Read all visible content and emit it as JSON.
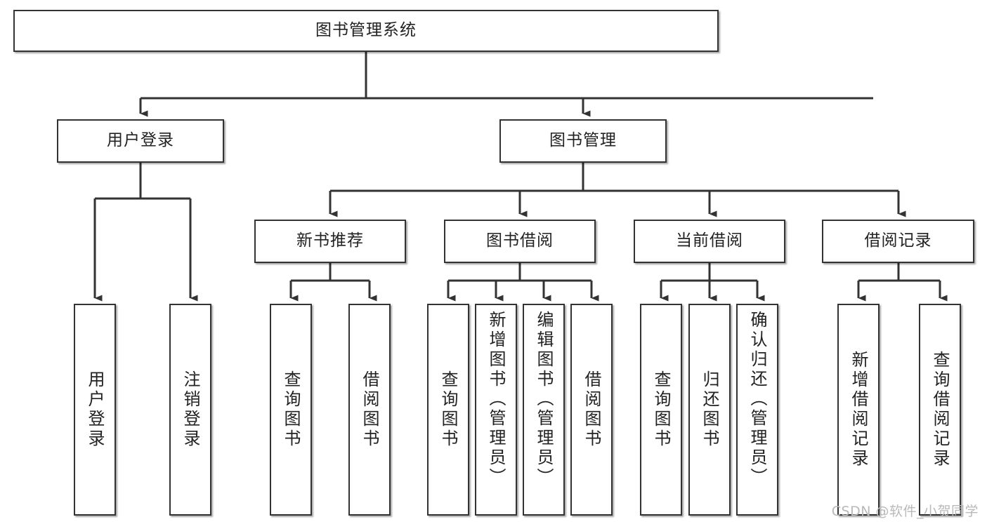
{
  "diagram": {
    "title": "图书管理系统",
    "type": "tree-hierarchy",
    "watermark": "CSDN @软件_小贺同学",
    "colors": {
      "box_border": "#333333",
      "box_fill": "#ffffff",
      "wire": "#333333",
      "text": "#222222",
      "watermark": "#b9b9b9",
      "background": "#ffffff"
    },
    "root": {
      "label": "图书管理系统"
    },
    "level1": [
      {
        "id": "user-login",
        "label": "用户登录"
      },
      {
        "id": "book-management",
        "label": "图书管理"
      }
    ],
    "level2": [
      {
        "id": "new-book-recommend",
        "label": "新书推荐",
        "parent": "book-management"
      },
      {
        "id": "book-borrow",
        "label": "图书借阅",
        "parent": "book-management"
      },
      {
        "id": "current-borrow",
        "label": "当前借阅",
        "parent": "book-management"
      },
      {
        "id": "borrow-record",
        "label": "借阅记录",
        "parent": "book-management"
      }
    ],
    "leaves": [
      {
        "id": "leaf-user-login",
        "label": "用户登录",
        "parent": "user-login"
      },
      {
        "id": "leaf-logout-login",
        "label": "注销登录",
        "parent": "user-login"
      },
      {
        "id": "leaf-query-book-1",
        "label": "查询图书",
        "parent": "new-book-recommend"
      },
      {
        "id": "leaf-borrow-book-1",
        "label": "借阅图书",
        "parent": "new-book-recommend"
      },
      {
        "id": "leaf-query-book-2",
        "label": "查询图书",
        "parent": "book-borrow"
      },
      {
        "id": "leaf-add-book",
        "label": "新增图书（管理员）",
        "parent": "book-borrow"
      },
      {
        "id": "leaf-edit-book",
        "label": "编辑图书（管理员）",
        "parent": "book-borrow"
      },
      {
        "id": "leaf-borrow-book-2",
        "label": "借阅图书",
        "parent": "book-borrow"
      },
      {
        "id": "leaf-query-book-3",
        "label": "查询图书",
        "parent": "current-borrow"
      },
      {
        "id": "leaf-return-book",
        "label": "归还图书",
        "parent": "current-borrow"
      },
      {
        "id": "leaf-confirm-return",
        "label": "确认归还（管理员）",
        "parent": "current-borrow"
      },
      {
        "id": "leaf-add-record",
        "label": "新增借阅记录",
        "parent": "borrow-record"
      },
      {
        "id": "leaf-query-record",
        "label": "查询借阅记录",
        "parent": "borrow-record"
      }
    ]
  }
}
